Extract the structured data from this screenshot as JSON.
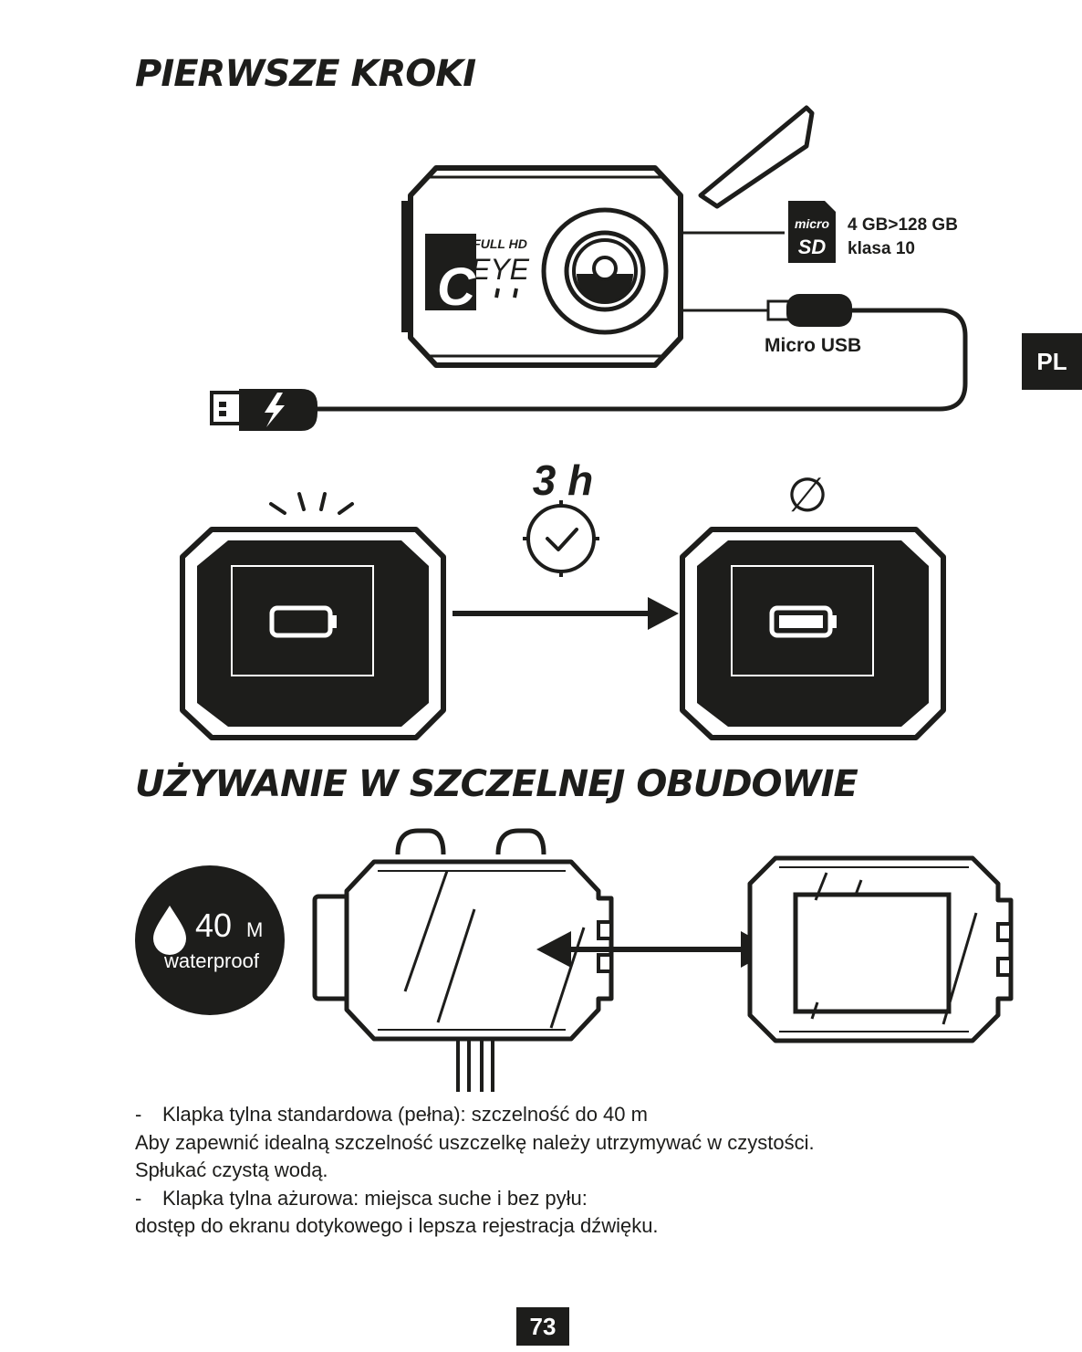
{
  "sections": {
    "first_steps_title": "PIERWSZE KROKI",
    "waterproof_title": "UŻYWANIE W SZCZELNEJ OBUDOWIE"
  },
  "camera": {
    "badge_top": "FULL HD",
    "badge_brand": "EYE",
    "badge_letter": "C"
  },
  "sd_card": {
    "logo_top": "micro",
    "logo_bottom": "SD",
    "capacity": "4 GB>128 GB",
    "class": "klasa 10"
  },
  "usb": {
    "port_label": "Micro USB"
  },
  "charging": {
    "duration": "3 h",
    "done_symbol": "∅"
  },
  "language_tab": "PL",
  "waterproof_badge": {
    "depth_value": "40",
    "depth_unit": "M",
    "label": "waterproof"
  },
  "instructions": [
    {
      "bullet": "-",
      "text": "Klapka tylna standardowa (pełna): szczelność do 40 m"
    },
    {
      "bullet": "",
      "text": "Aby zapewnić idealną szczelność uszczelkę należy utrzymywać w czystości."
    },
    {
      "bullet": "",
      "text": "Spłukać czystą wodą."
    },
    {
      "bullet": "-",
      "text": "Klapka tylna ażurowa: miejsca suche i bez pyłu:"
    },
    {
      "bullet": "",
      "text": "dostęp do ekranu dotykowego i lepsza rejestracja dźwięku."
    }
  ],
  "page_number": "73",
  "colors": {
    "ink": "#1d1d1b",
    "paper": "#ffffff"
  }
}
